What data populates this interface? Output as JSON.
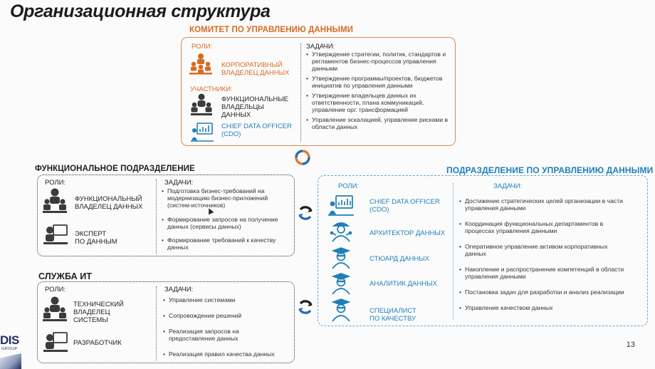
{
  "title": "Организационная структура",
  "committee": {
    "title": "КОМИТЕТ ПО УПРАВЛЕНИЮ ДАННЫМИ",
    "roles_label": "РОЛИ:",
    "tasks_label": "ЗАДАЧИ:",
    "participants_label": "УЧАСТНИКИ:",
    "roles": [
      "КОРПОРАТИВНЫЙ\nВЛАДЕЛЕЦ ДАННЫХ"
    ],
    "participants": [
      "ФУНКЦИОНАЛЬНЫЕ\nВЛАДЕЛЬЦЫ\nДАННЫХ",
      "CHIEF DATA OFFICER\n(CDO)"
    ],
    "tasks": [
      "Утверждение стратегии, политик, стандартов и регламентов бизнес-процессов управления данными",
      "Утверждение программы/проектов, бюджетов инициатив по управления данными",
      "Утверждение владельцев данных их ответственности, плана коммуникаций, управление орг. трансформацией",
      "Управление эскалацией, управление рисками в области данных"
    ]
  },
  "functional": {
    "title": "ФУНКЦИОНАЛЬНОЕ ПОДРАЗДЕЛЕНИЕ",
    "roles_label": "РОЛИ:",
    "tasks_label": "ЗАДАЧИ:",
    "roles": [
      "ФУНКЦИОНАЛЬНЫЙ\nВЛАДЕЛЕЦ ДАННЫХ",
      "ЭКСПЕРТ\nПО ДАННЫМ"
    ],
    "tasks": [
      "Подготовка бизнес-требований на модернизацию бизнес-приложений (систем-источников)",
      "Формирование запросов на получение данных (сервисы данных)",
      "Формирование требований к качеству данных"
    ]
  },
  "it": {
    "title": "СЛУЖБА ИТ",
    "roles_label": "РОЛИ:",
    "tasks_label": "ЗАДАЧИ:",
    "roles": [
      "ТЕХНИЧЕСКИЙ\nВЛАДЕЛЕЦ\nСИСТЕМЫ",
      "РАЗРАБОТЧИК"
    ],
    "tasks": [
      "Управление системами",
      "Сопровождение решений",
      "Реализация запросов на предоставление данных",
      "Реализация правил качества данных"
    ]
  },
  "data_dept": {
    "title": "ПОДРАЗДЕЛЕНИЕ ПО УПРАВЛЕНИЮ ДАННЫМИ",
    "roles_label": "РОЛИ:",
    "tasks_label": "ЗАДАЧИ:",
    "roles": [
      "CHIEF DATA OFFICER\n(CDO)",
      "АРХИТЕКТОР ДАННЫХ",
      "СТЮАРД ДАННЫХ",
      "АНАЛИТИК ДАННЫХ",
      "СПЕЦИАЛИСТ\nПО КАЧЕСТВУ"
    ],
    "tasks": [
      "Достижение стратегических целей организации в части управления данными",
      "Координация функциональных департаментов в процессах управления данными",
      "Оперативное управление активом корпоративных данных",
      "Накопление и распространение компетенций в области управления данными",
      "Постановка задач для разработки и анализ реализации",
      "Управление качеством данных"
    ]
  },
  "logo": {
    "text": "DIS",
    "sub": "GROUP"
  },
  "page_number": "13",
  "colors": {
    "orange": "#d86a22",
    "blue": "#1f7fb9",
    "dark": "#1f1f1f",
    "cycle_orange": "#e07a2e",
    "cycle_blue": "#2b6cb0"
  }
}
